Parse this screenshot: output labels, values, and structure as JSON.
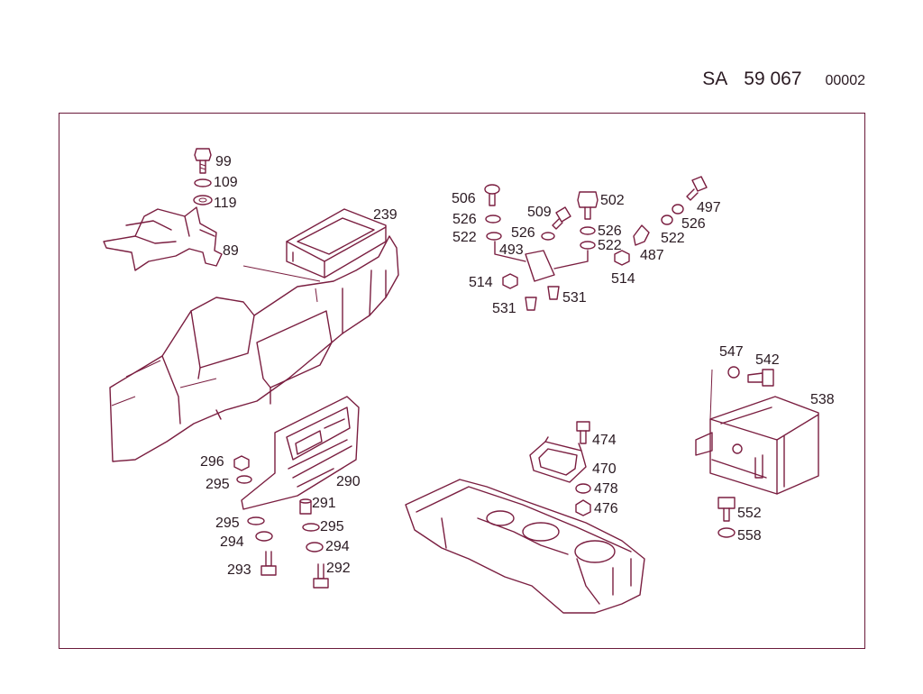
{
  "header": {
    "prefix": "SA",
    "diagram_number": "59 067",
    "sheet": "00002"
  },
  "labels": [
    {
      "id": "99",
      "text": "99"
    },
    {
      "id": "109",
      "text": "109"
    },
    {
      "id": "119",
      "text": "119"
    },
    {
      "id": "89",
      "text": "89"
    },
    {
      "id": "239",
      "text": "239"
    },
    {
      "id": "506",
      "text": "506"
    },
    {
      "id": "526a",
      "text": "526"
    },
    {
      "id": "522a",
      "text": "522"
    },
    {
      "id": "509",
      "text": "509"
    },
    {
      "id": "526b",
      "text": "526"
    },
    {
      "id": "493",
      "text": "493"
    },
    {
      "id": "502",
      "text": "502"
    },
    {
      "id": "526c",
      "text": "526"
    },
    {
      "id": "522b",
      "text": "522"
    },
    {
      "id": "497",
      "text": "497"
    },
    {
      "id": "526d",
      "text": "526"
    },
    {
      "id": "522c",
      "text": "522"
    },
    {
      "id": "487",
      "text": "487"
    },
    {
      "id": "514a",
      "text": "514"
    },
    {
      "id": "514b",
      "text": "514"
    },
    {
      "id": "531a",
      "text": "531"
    },
    {
      "id": "531b",
      "text": "531"
    },
    {
      "id": "547",
      "text": "547"
    },
    {
      "id": "542",
      "text": "542"
    },
    {
      "id": "538",
      "text": "538"
    },
    {
      "id": "474",
      "text": "474"
    },
    {
      "id": "470",
      "text": "470"
    },
    {
      "id": "478",
      "text": "478"
    },
    {
      "id": "476",
      "text": "476"
    },
    {
      "id": "552",
      "text": "552"
    },
    {
      "id": "558",
      "text": "558"
    },
    {
      "id": "296",
      "text": "296"
    },
    {
      "id": "295a",
      "text": "295"
    },
    {
      "id": "290",
      "text": "290"
    },
    {
      "id": "291",
      "text": "291"
    },
    {
      "id": "295b",
      "text": "295"
    },
    {
      "id": "295c",
      "text": "295"
    },
    {
      "id": "294a",
      "text": "294"
    },
    {
      "id": "294b",
      "text": "294"
    },
    {
      "id": "293",
      "text": "293"
    },
    {
      "id": "292",
      "text": "292"
    }
  ]
}
